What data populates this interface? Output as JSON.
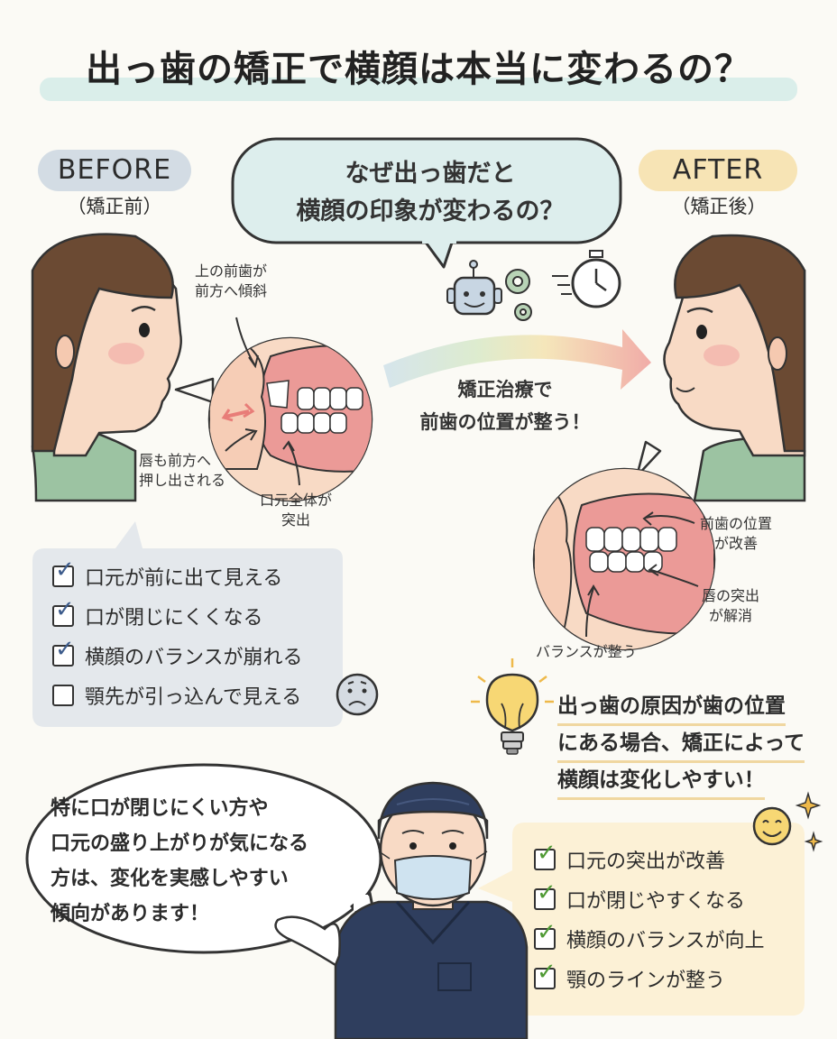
{
  "title": "出っ歯の矯正で横顔は本当に変わるの？",
  "before": {
    "label": "BEFORE",
    "sub": "（矯正前）",
    "annotations": {
      "upper_teeth": [
        "上の前歯が",
        "前方へ傾斜"
      ],
      "lips": [
        "唇も前方へ",
        "押し出される"
      ],
      "mouth": [
        "口元全体が",
        "突出"
      ]
    },
    "checklist": [
      {
        "text": "口元が前に出て見える",
        "checked": true
      },
      {
        "text": "口が閉じにくくなる",
        "checked": true
      },
      {
        "text": "横顔のバランスが崩れる",
        "checked": true
      },
      {
        "text": "顎先が引っ込んで見える",
        "checked": false
      }
    ]
  },
  "question": [
    "なぜ出っ歯だと",
    "横顔の印象が変わるの？"
  ],
  "middle": [
    "矯正治療で",
    "前歯の位置が整う！"
  ],
  "after": {
    "label": "AFTER",
    "sub": "（矯正後）",
    "annotations": {
      "teeth": [
        "前歯の位置",
        "が改善"
      ],
      "lips": [
        "唇の突出",
        "が解消"
      ],
      "balance": "バランスが整う"
    },
    "checklist": [
      {
        "text": "口元の突出が改善",
        "checked": true
      },
      {
        "text": "口が閉じやすくなる",
        "checked": true
      },
      {
        "text": "横顔のバランスが向上",
        "checked": true
      },
      {
        "text": "顎のラインが整う",
        "checked": true
      }
    ]
  },
  "tip": [
    "出っ歯の原因が歯の位置",
    "にある場合、矯正によって",
    "横顔は変化しやすい！"
  ],
  "doctor": [
    "特に口が閉じにくい方や",
    "口元の盛り上がりが気になる",
    "方は、変化を実感しやすい",
    "傾向があります！"
  ],
  "icons": {
    "robot": "robot-icon",
    "gear": "gear-icon",
    "stopwatch": "stopwatch-icon",
    "bulb": "lightbulb-icon",
    "sad": "sad-face-icon",
    "smile": "smile-face-icon",
    "check": "check-icon",
    "sparkle": "sparkle-icon"
  },
  "colors": {
    "title_highlight": "#d6ece9",
    "before_pill": "#d3dce4",
    "after_pill": "#f7e4b5",
    "before_box": "#e4e8ec",
    "after_box": "#fcf1d6",
    "scrub": "#2f3e5e",
    "skin": "#f8dac5",
    "hair": "#6b4a33",
    "gum": "#eb9a97",
    "check_blue": "#3d5c8c",
    "check_green": "#4f9a34"
  }
}
